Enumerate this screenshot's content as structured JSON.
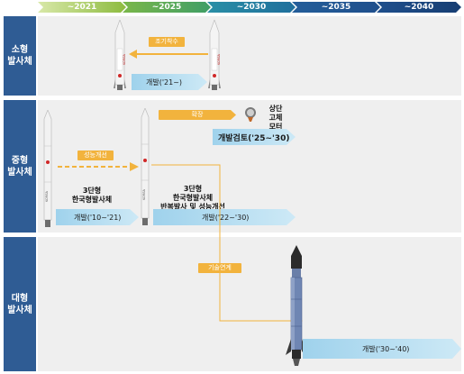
{
  "timeline": [
    "~2021",
    "~2025",
    "~2030",
    "~2035",
    "~2040"
  ],
  "rows": {
    "small": "소형\n발사체",
    "medium": "중형\n발사체",
    "large": "대형\n발사체"
  },
  "small": {
    "early_box": "조기착수",
    "dev": "개발('21~)"
  },
  "medium": {
    "expand_box": "확장",
    "upper_stage_label": "상단\n고체\n모터",
    "review_arrow": "개발검토('25~'30)",
    "perf_box": "성능개선",
    "rocket1_label": "3단형\n한국형발사체",
    "rocket1_dev": "개발('10~'21)",
    "rocket2_label": "3단형\n한국형발사체\n반복발사 및 성능개선",
    "rocket2_dev": "개발('22~'30)"
  },
  "large": {
    "tech_box": "기술연계",
    "dev": "개발('30~'40)"
  },
  "colors": {
    "row_label": "#2f5c94",
    "row_bg": "#efefef",
    "orange": "#f2b33d",
    "arrow": "#9fd2ec"
  }
}
